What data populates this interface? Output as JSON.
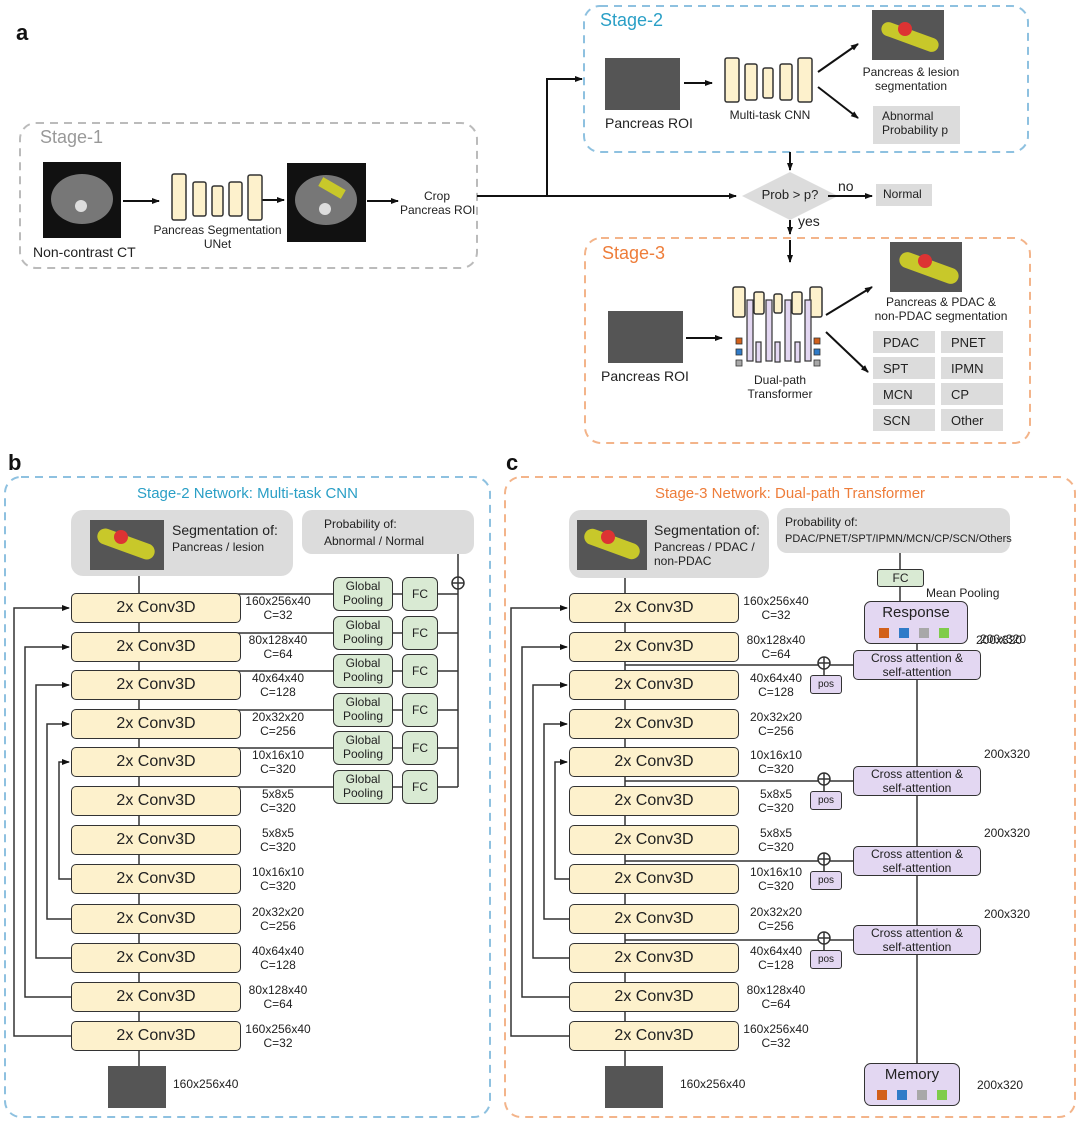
{
  "panel_a": {
    "letter": "a",
    "stage1": {
      "title": "Stage-1",
      "input_label": "Non-contrast CT",
      "network_label_1": "Pancreas Segmentation",
      "network_label_2": "UNet",
      "crop_label_1": "Crop",
      "crop_label_2": "Pancreas ROI"
    },
    "stage2": {
      "title": "Stage-2",
      "input_label": "Pancreas ROI",
      "network_label": "Multi-task CNN",
      "seg_label_1": "Pancreas & lesion",
      "seg_label_2": "segmentation",
      "prob_label_1": "Abnormal",
      "prob_label_2": "Probability p"
    },
    "decision": {
      "label": "Prob > p?",
      "no_label": "no",
      "yes_label": "yes",
      "normal_label": "Normal"
    },
    "stage3": {
      "title": "Stage-3",
      "input_label": "Pancreas ROI",
      "network_label_1": "Dual-path",
      "network_label_2": "Transformer",
      "seg_label_1": "Pancreas & PDAC &",
      "seg_label_2": "non-PDAC segmentation",
      "classes": [
        "PDAC",
        "PNET",
        "SPT",
        "IPMN",
        "MCN",
        "CP",
        "SCN",
        "Other"
      ]
    }
  },
  "panel_b": {
    "letter": "b",
    "title": "Stage-2 Network: Multi-task CNN",
    "seg_title": "Segmentation of:",
    "seg_sub": "Pancreas / lesion",
    "prob_title": "Probability of:",
    "prob_sub": "Abnormal / Normal",
    "block_label": "2x Conv3D",
    "pool_label_1": "Global",
    "pool_label_2": "Pooling",
    "fc_label": "FC",
    "input_dim": "160x256x40",
    "blocks": [
      {
        "dim": "160x256x40",
        "c": "C=32"
      },
      {
        "dim": "80x128x40",
        "c": "C=64"
      },
      {
        "dim": "40x64x40",
        "c": "C=128"
      },
      {
        "dim": "20x32x20",
        "c": "C=256"
      },
      {
        "dim": "10x16x10",
        "c": "C=320"
      },
      {
        "dim": "5x8x5",
        "c": "C=320"
      },
      {
        "dim": "5x8x5",
        "c": "C=320"
      },
      {
        "dim": "10x16x10",
        "c": "C=320"
      },
      {
        "dim": "20x32x20",
        "c": "C=256"
      },
      {
        "dim": "40x64x40",
        "c": "C=128"
      },
      {
        "dim": "80x128x40",
        "c": "C=64"
      },
      {
        "dim": "160x256x40",
        "c": "C=32"
      }
    ]
  },
  "panel_c": {
    "letter": "c",
    "title": "Stage-3 Network: Dual-path Transformer",
    "seg_title": "Segmentation of:",
    "seg_sub_1": "Pancreas / PDAC /",
    "seg_sub_2": "non-PDAC",
    "prob_title": "Probability of:",
    "prob_sub": "PDAC/PNET/SPT/IPMN/MCN/CP/SCN/Others",
    "fc_label": "FC",
    "mean_pooling": "Mean Pooling",
    "response_label": "Response",
    "memory_label": "Memory",
    "attention_label_1": "Cross attention &",
    "attention_label_2": "self-attention",
    "pos_label": "pos",
    "token_dim": "200x320",
    "input_dim": "160x256x40",
    "token_colors": [
      "#d2601a",
      "#2f7bc8",
      "#a8a8a8",
      "#7fcc4a"
    ],
    "block_label": "2x Conv3D",
    "blocks": [
      {
        "dim": "160x256x40",
        "c": "C=32"
      },
      {
        "dim": "80x128x40",
        "c": "C=64"
      },
      {
        "dim": "40x64x40",
        "c": "C=128"
      },
      {
        "dim": "20x32x20",
        "c": "C=256"
      },
      {
        "dim": "10x16x10",
        "c": "C=320"
      },
      {
        "dim": "5x8x5",
        "c": "C=320"
      },
      {
        "dim": "5x8x5",
        "c": "C=320"
      },
      {
        "dim": "10x16x10",
        "c": "C=320"
      },
      {
        "dim": "20x32x20",
        "c": "C=256"
      },
      {
        "dim": "40x64x40",
        "c": "C=128"
      },
      {
        "dim": "80x128x40",
        "c": "C=64"
      },
      {
        "dim": "160x256x40",
        "c": "C=32"
      }
    ]
  },
  "colors": {
    "stage1": "#999999",
    "stage2": "#2a9fc6",
    "stage3": "#ee7d3a",
    "conv_fill": "#fdf1cc",
    "pool_fill": "#d9ead3",
    "attention_fill": "#e3d7f2",
    "grey_box": "#dcdcdc"
  }
}
